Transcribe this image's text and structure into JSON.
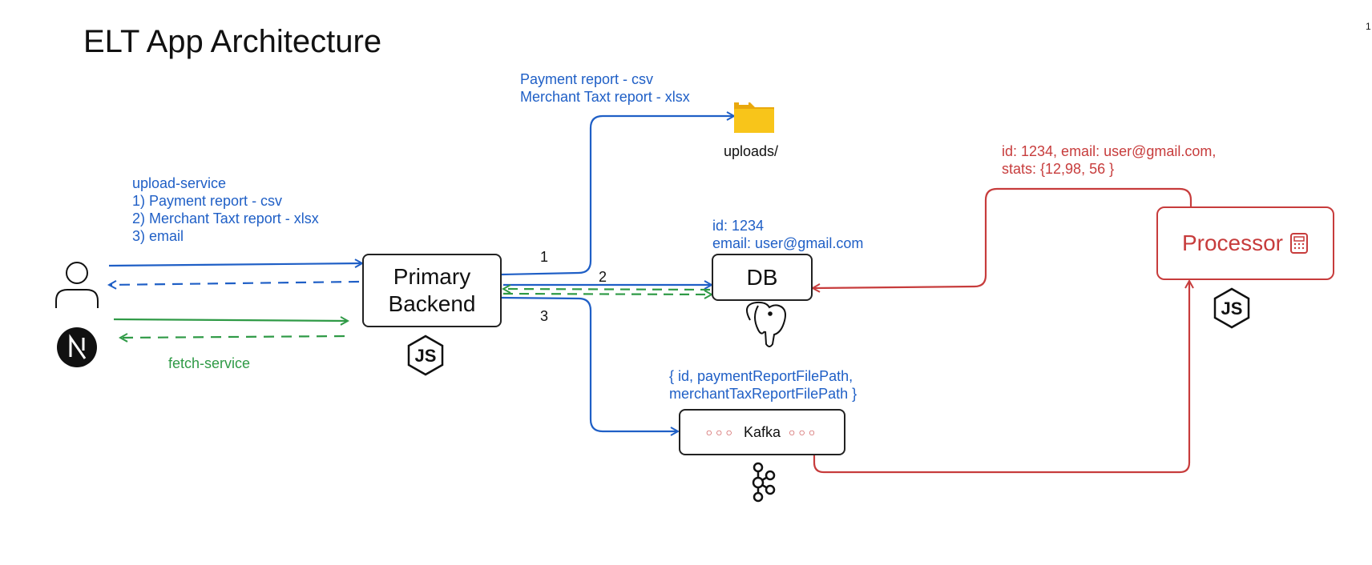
{
  "title": "ELT App Architecture",
  "corner_mark": "1",
  "upload_service": {
    "name": "upload-service",
    "items": [
      "1) Payment report - csv",
      "2) Merchant Taxt report - xlsx",
      "3) email"
    ]
  },
  "fetch_service": "fetch-service",
  "primary_backend": {
    "line1": "Primary",
    "line2": "Backend"
  },
  "uploads_note": {
    "line1": "Payment report - csv",
    "line2": "Merchant Taxt report - xlsx"
  },
  "uploads_folder": "uploads/",
  "db_note": {
    "line1": "id: 1234",
    "line2": "email: user@gmail.com"
  },
  "db": "DB",
  "kafka_note": {
    "line1": "{ id, paymentReportFilePath,",
    "line2": "merchantTaxReportFilePath }"
  },
  "kafka": "Kafka",
  "processor_note": {
    "line1": "id: 1234, email: user@gmail.com,",
    "line2": "stats: {12,98, 56 }"
  },
  "processor": "Processor",
  "arrow_numbers": [
    "1",
    "2",
    "3"
  ],
  "colors": {
    "blue": "#1f5fc6",
    "green": "#2f9a46",
    "red": "#c73c3c"
  },
  "icons": [
    "user-icon",
    "nextjs-logo-icon",
    "nodejs-logo-icon",
    "folder-icon",
    "postgres-elephant-icon",
    "kafka-logo-icon",
    "calculator-icon"
  ]
}
